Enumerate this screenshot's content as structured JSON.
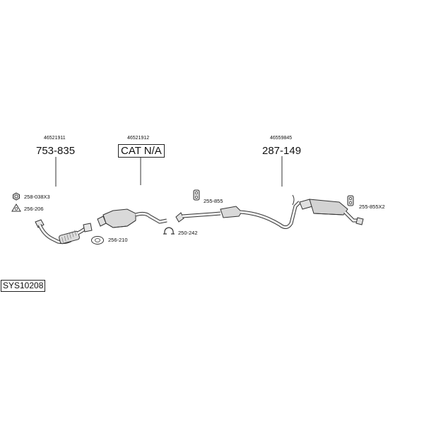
{
  "system_code": "SYS10208",
  "parts": [
    {
      "oe_number": "46521911",
      "part_number": "753-835"
    },
    {
      "oe_number": "46521912",
      "part_number": "CAT N/A"
    },
    {
      "oe_number": "46559845",
      "part_number": "287-149"
    }
  ],
  "accessories": [
    {
      "code": "258-038X3",
      "icon": "nut-icon"
    },
    {
      "code": "256-206",
      "icon": "triangle-gasket-icon"
    },
    {
      "code": "256-210",
      "icon": "flange-gasket-icon"
    },
    {
      "code": "255-855",
      "icon": "rubber-hanger-icon"
    },
    {
      "code": "250-242",
      "icon": "clamp-icon"
    },
    {
      "code": "255-855X2",
      "icon": "rubber-hanger-icon"
    }
  ]
}
